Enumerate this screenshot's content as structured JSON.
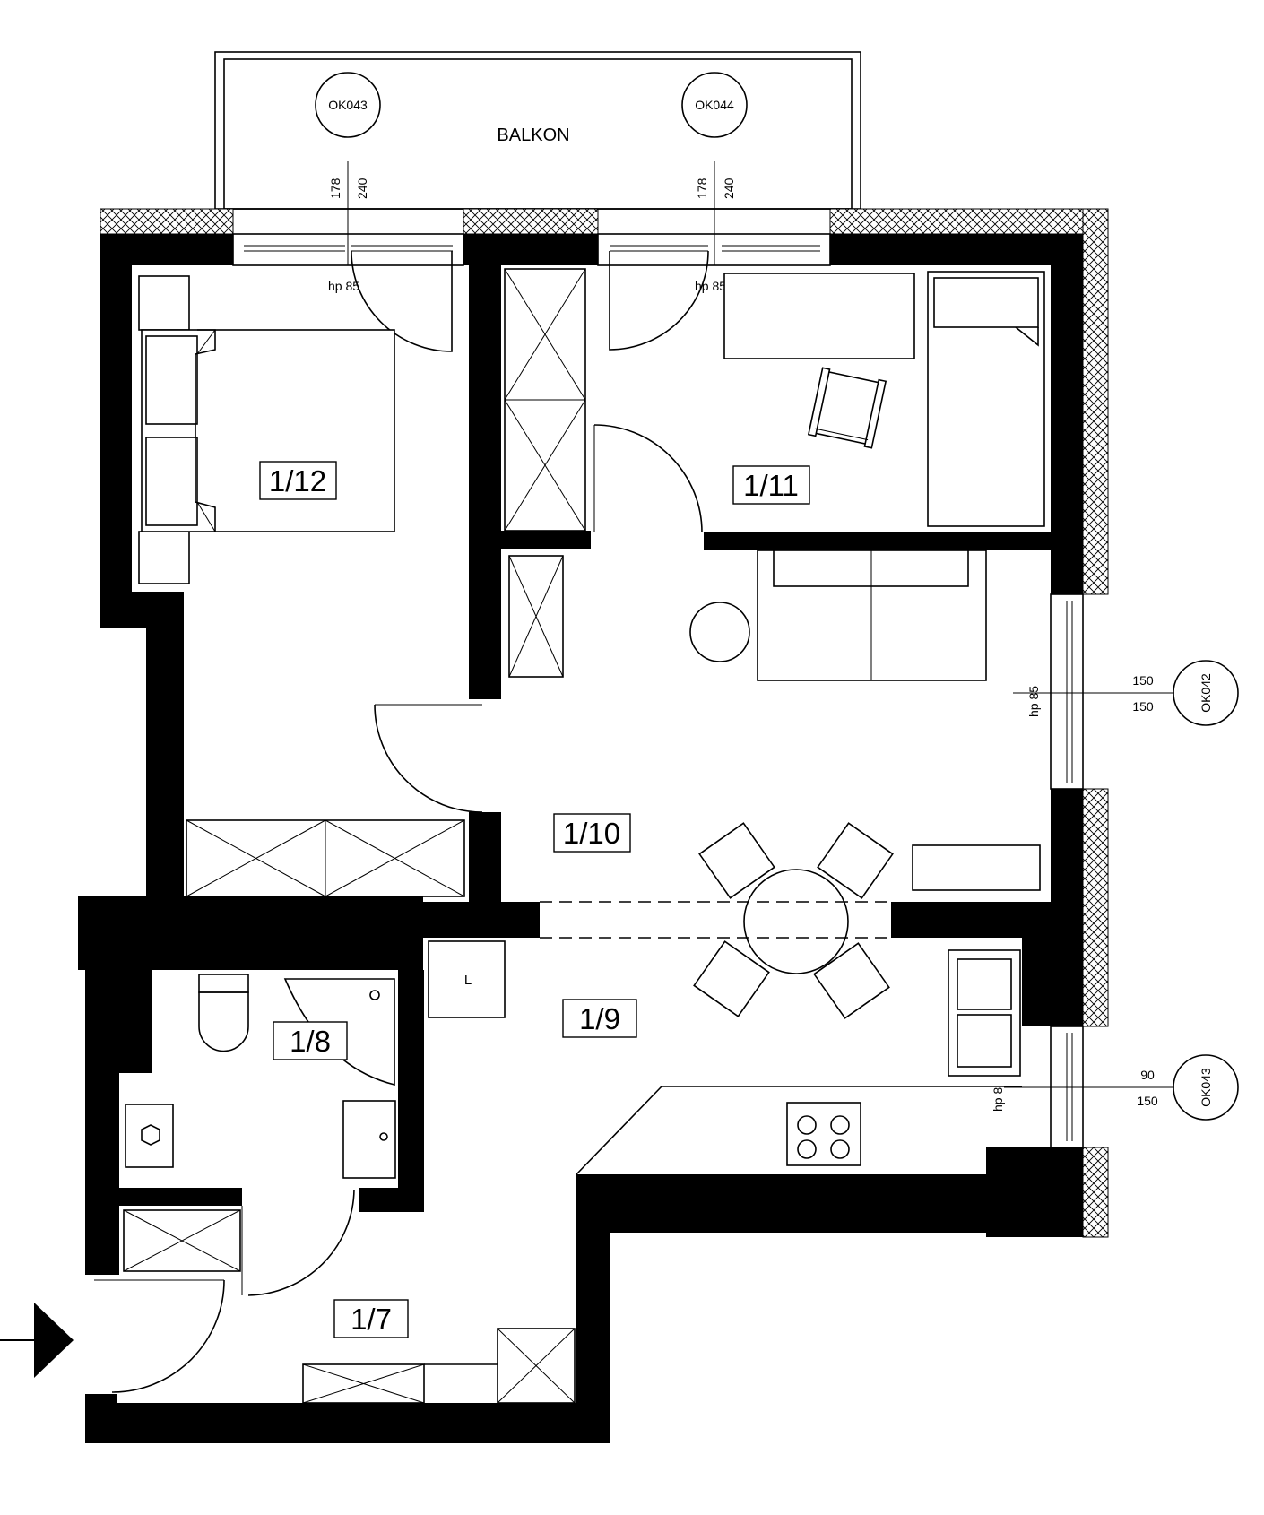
{
  "balcony": {
    "label": "BALKON"
  },
  "rooms": {
    "r1_12": "1/12",
    "r1_11": "1/11",
    "r1_10": "1/10",
    "r1_9": "1/9",
    "r1_8": "1/8",
    "r1_7": "1/7"
  },
  "windows": {
    "ok043_top": {
      "tag": "OK043",
      "dim_a": "178",
      "dim_b": "240",
      "sill": "hp 85"
    },
    "ok044": {
      "tag": "OK044",
      "dim_a": "178",
      "dim_b": "240",
      "sill": "hp 85"
    },
    "ok042": {
      "tag": "OK042",
      "dim_a": "150",
      "dim_b": "150",
      "sill": "hp 85"
    },
    "ok043_side": {
      "tag": "OK043",
      "dim_a": "90",
      "dim_b": "150",
      "sill": "hp 8"
    }
  },
  "fridge_label": "L",
  "colors": {
    "wall": "#000000",
    "background": "#ffffff"
  }
}
